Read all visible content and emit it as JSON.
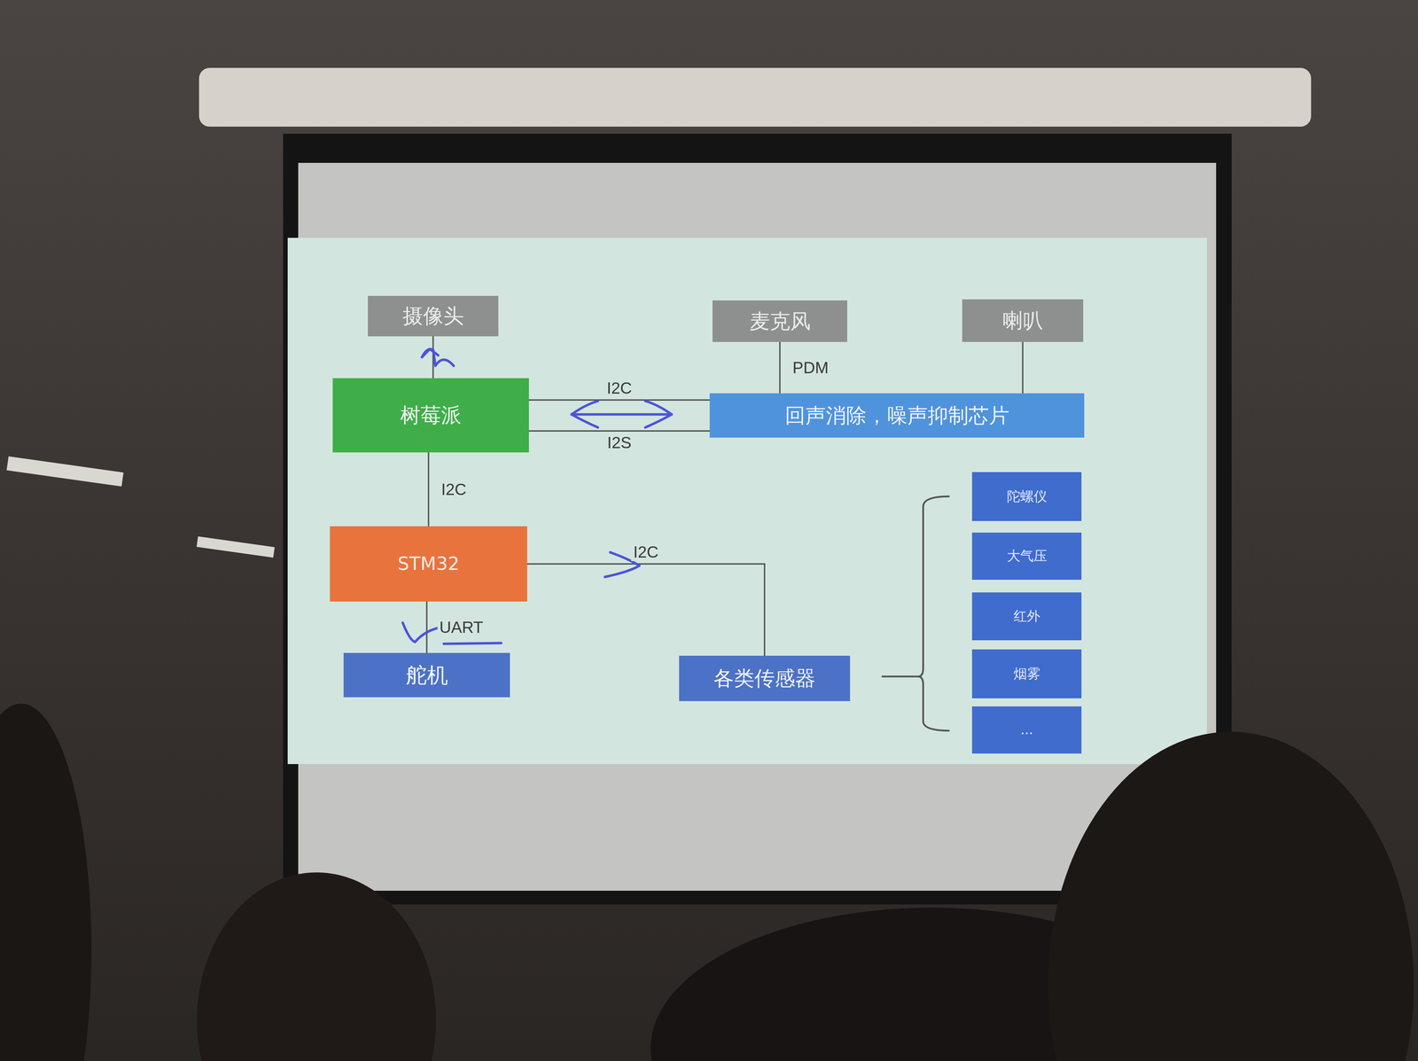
{
  "diagram": {
    "nodes": [
      {
        "text": [
          "摄像头"
        ]
      },
      {
        "text": [
          "麦克风"
        ]
      },
      {
        "text": [
          "喇叭"
        ]
      },
      {
        "text": [
          "树莓派"
        ]
      },
      {
        "text": [
          "回声消除，噪声抑制芯片"
        ]
      },
      {
        "text": [
          "STM32"
        ]
      },
      {
        "text": [
          "舵机"
        ]
      },
      {
        "text": [
          "各类传感器"
        ]
      },
      {
        "text": [
          "陀螺仪"
        ]
      },
      {
        "text": [
          "大气压"
        ]
      },
      {
        "text": [
          "红外"
        ]
      },
      {
        "text": [
          "烟雾"
        ]
      },
      {
        "text": [
          "..."
        ]
      }
    ],
    "edges": [
      {
        "from": 3,
        "to": 0,
        "arrow": "none"
      },
      {
        "from": 3,
        "to": 4,
        "label": "I2C",
        "arrow": "none"
      },
      {
        "from": 3,
        "to": 4,
        "label": "I2S",
        "arrow": "none"
      },
      {
        "from": 1,
        "to": 4,
        "label": "PDM",
        "arrow": "none"
      },
      {
        "from": 2,
        "to": 4,
        "arrow": "none"
      },
      {
        "from": 3,
        "to": 5,
        "label": "I2C",
        "arrow": "none"
      },
      {
        "from": 5,
        "to": 7,
        "label": "I2C",
        "arrow": "none"
      },
      {
        "from": 5,
        "to": 6,
        "label": "UART",
        "arrow": "none"
      }
    ]
  }
}
